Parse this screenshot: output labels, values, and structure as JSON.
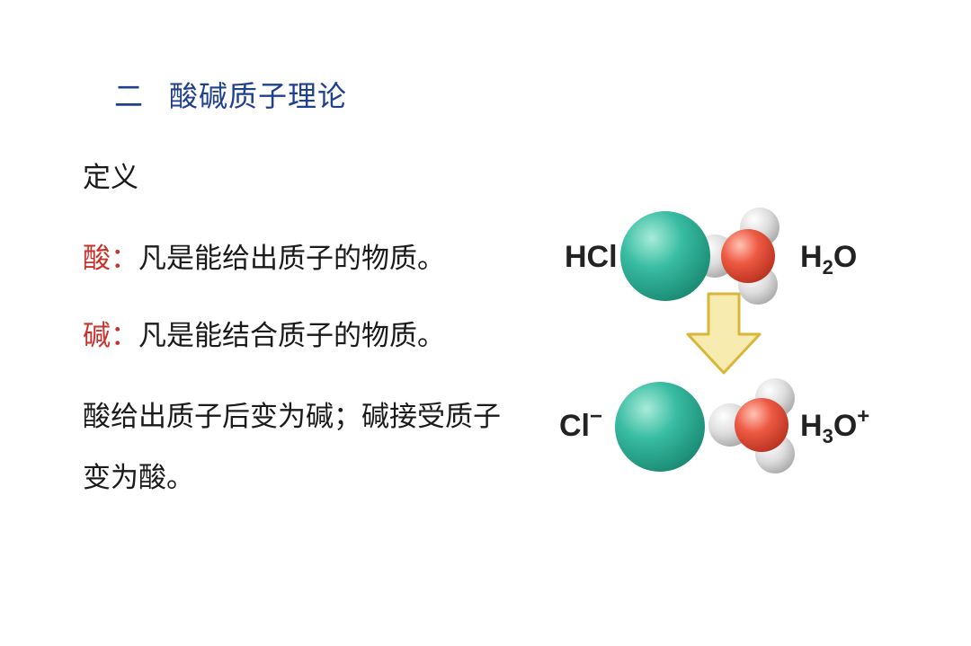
{
  "title": {
    "number": "二",
    "text": "酸碱质子理论"
  },
  "definition_heading": "定义",
  "acid": {
    "term": "酸：",
    "description": "凡是能给出质子的物质。"
  },
  "base": {
    "term": "碱：",
    "description": "凡是能结合质子的物质。"
  },
  "conjugate_text": "酸给出质子后变为碱；碱接受质子变为酸。",
  "diagram": {
    "top_left_label": "HCl",
    "top_right_label_main": "H",
    "top_right_label_sub": "2",
    "top_right_label_end": "O",
    "bottom_left_label_main": "Cl",
    "bottom_left_label_sup": "−",
    "bottom_right_label_main": "H",
    "bottom_right_label_sub": "3",
    "bottom_right_label_mid": "O",
    "bottom_right_label_sup": "+",
    "colors": {
      "chlorine": "#2fb39a",
      "oxygen": "#e8533f",
      "hydrogen": "#d8d8d8",
      "arrow_fill": "#f7ebb0",
      "arrow_stroke": "#d9b63a"
    }
  }
}
